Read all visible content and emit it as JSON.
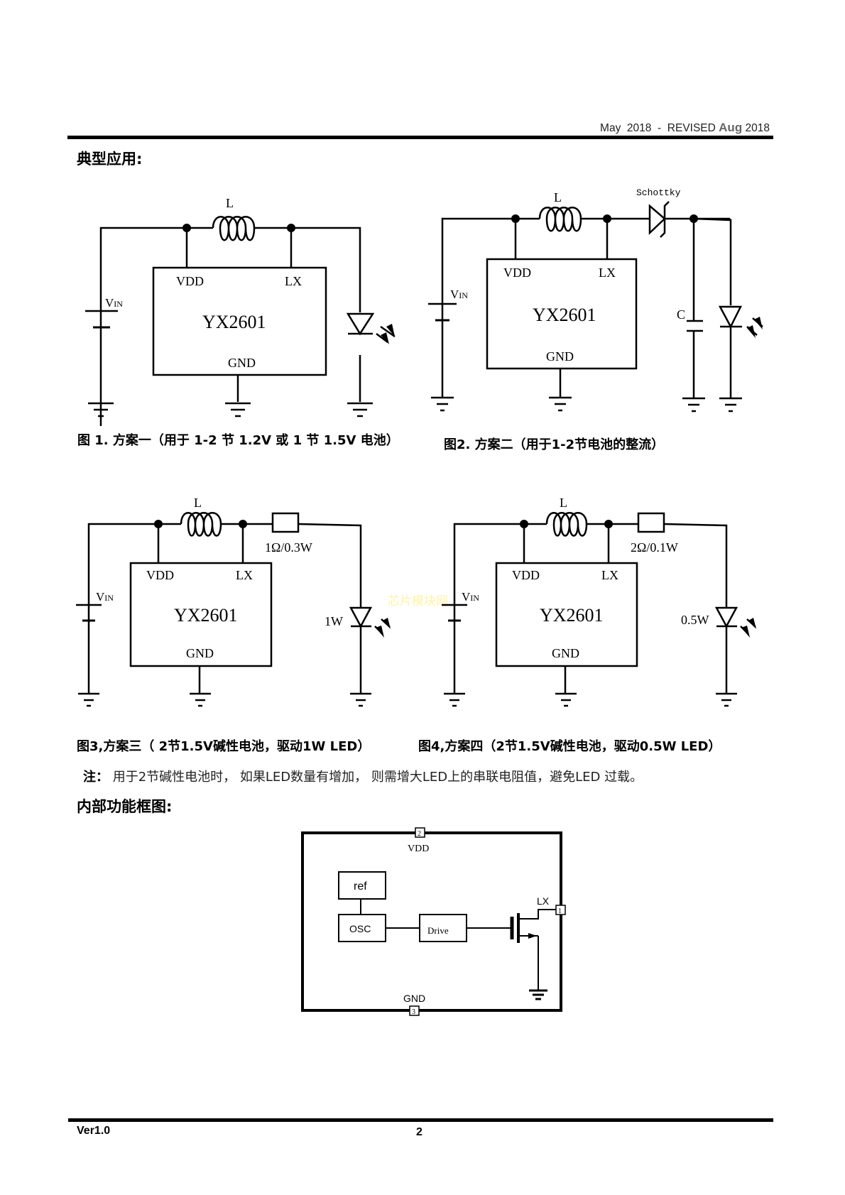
{
  "header": {
    "revision_prefix": "May  2018  -  REVISED ",
    "revision_month": "Aug",
    "revision_year": " 2018"
  },
  "section_typical_app": "典型应用:",
  "figures": [
    {
      "caption": "图 1.  方案一（用于 1-2 节 1.2V 或 1 节 1.5V 电池）",
      "chip": "YX2601",
      "pin_vdd": "VDD",
      "pin_lx": "LX",
      "pin_gnd": "GND",
      "inductor": "L",
      "source": "V",
      "source_sub": "IN"
    },
    {
      "caption": "图2. 方案二（用于1-2节电池的整流）",
      "chip": "YX2601",
      "pin_vdd": "VDD",
      "pin_lx": "LX",
      "pin_gnd": "GND",
      "inductor": "L",
      "source": "V",
      "source_sub": "IN",
      "diode_label": "Schottky",
      "capacitor": "C"
    },
    {
      "caption": "图3,方案三（ 2节1.5V碱性电池，驱动1W LED）",
      "chip": "YX2601",
      "pin_vdd": "VDD",
      "pin_lx": "LX",
      "pin_gnd": "GND",
      "inductor": "L",
      "source": "V",
      "source_sub": "IN",
      "resistor": "1Ω/0.3W",
      "led": "1W"
    },
    {
      "caption": "图4,方案四（2节1.5V碱性电池，驱动0.5W LED）",
      "chip": "YX2601",
      "pin_vdd": "VDD",
      "pin_lx": "LX",
      "pin_gnd": "GND",
      "inductor": "L",
      "source": "V",
      "source_sub": "IN",
      "resistor": "2Ω/0.1W",
      "led": "0.5W"
    }
  ],
  "note": {
    "label": "注：",
    "text": " 用于2节碱性电池时，  如果LED数量有增加，  则需增大LED上的串联电阻值，避免LED  过载。"
  },
  "watermark": "芯片模块网",
  "section_block_diagram": "内部功能框图:",
  "block_diagram": {
    "pin_vdd_num": "2",
    "pin_vdd": "VDD",
    "pin_lx_num": "1",
    "pin_lx": "LX",
    "pin_gnd_num": "3",
    "pin_gnd": "GND",
    "block_ref": "ref",
    "block_osc": "OSC",
    "block_drive": "Drive"
  },
  "footer": {
    "version": "Ver1.0",
    "page_number": "2"
  }
}
